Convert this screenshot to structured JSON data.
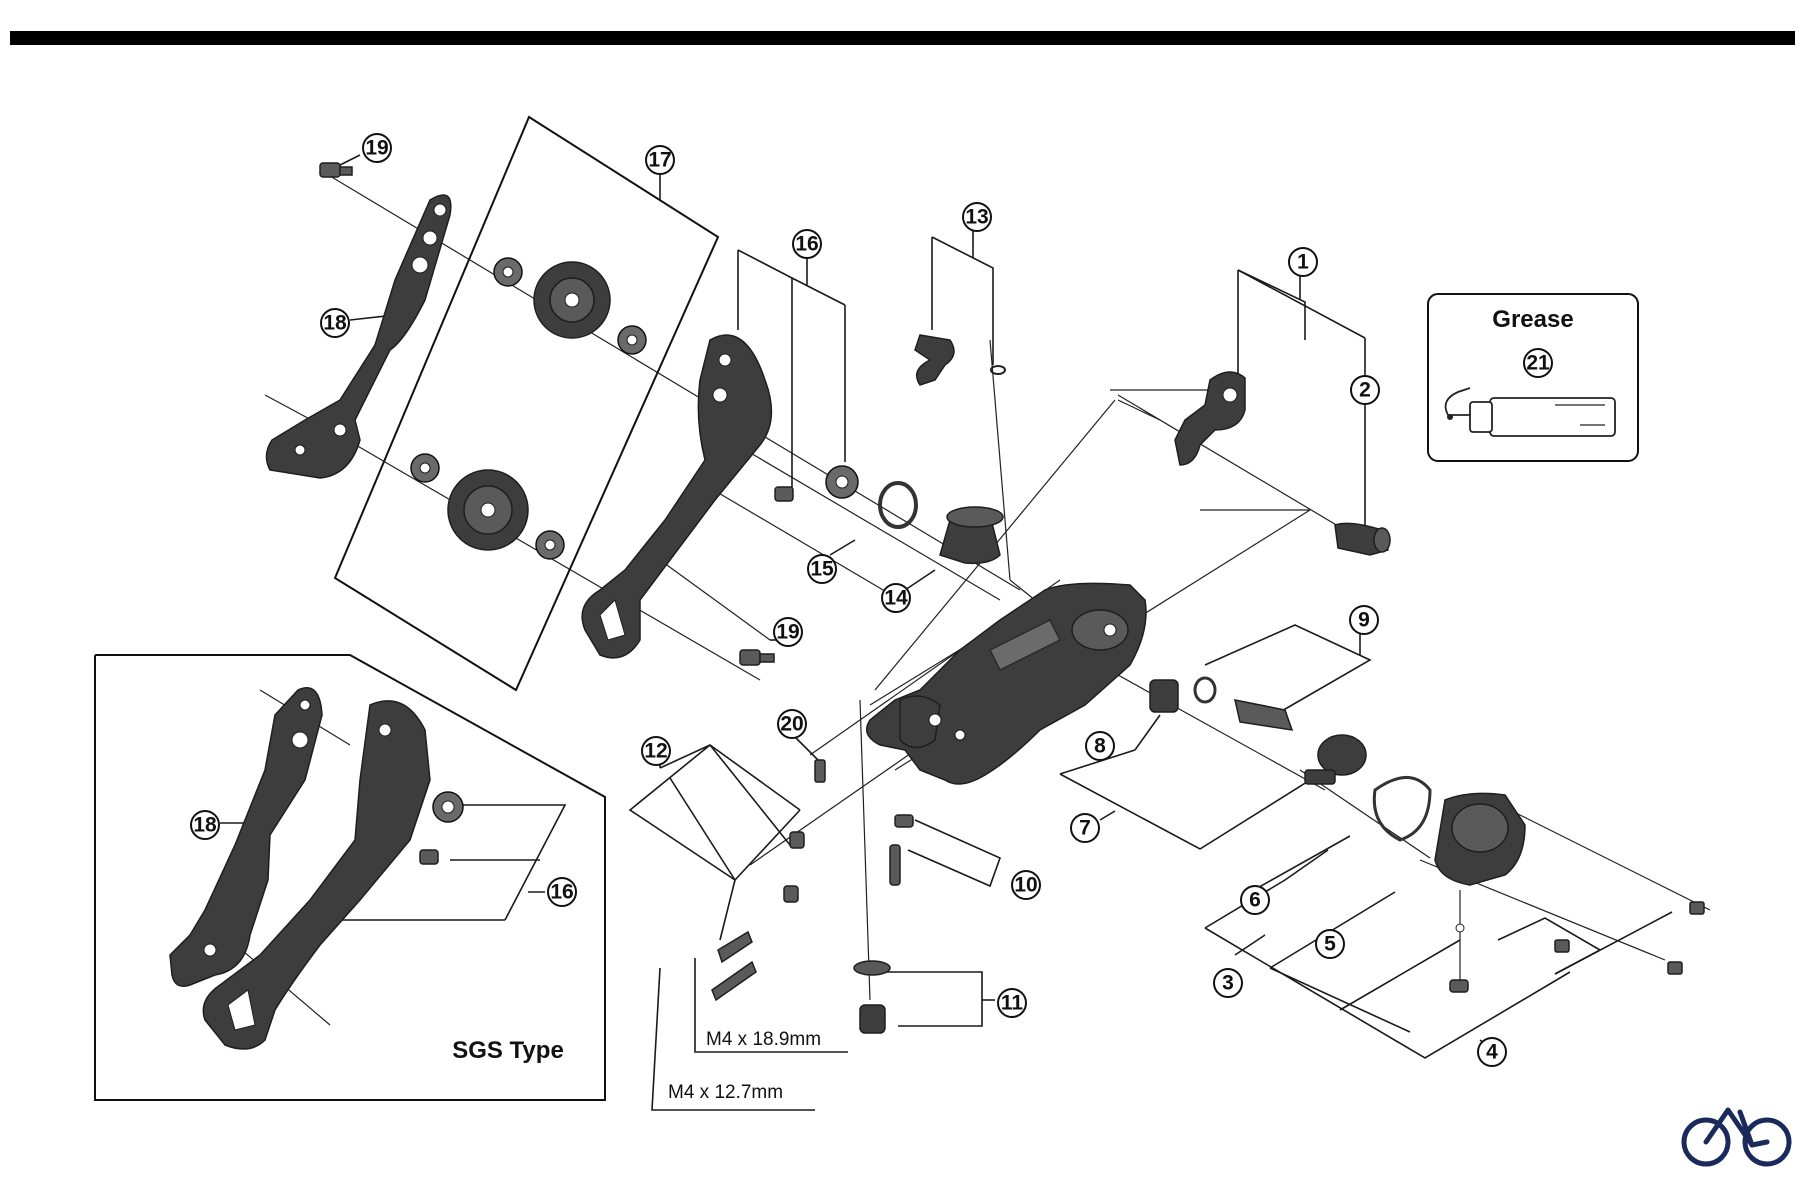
{
  "labels": {
    "grease_title": "Grease",
    "sgs_type": "SGS Type",
    "bolt_long": "M4 x 18.9mm",
    "bolt_short": "M4 x 12.7mm"
  },
  "callouts": {
    "c1": "1",
    "c2": "2",
    "c3": "3",
    "c4": "4",
    "c5": "5",
    "c6": "6",
    "c7": "7",
    "c8": "8",
    "c9": "9",
    "c10": "10",
    "c11": "11",
    "c12": "12",
    "c13": "13",
    "c14": "14",
    "c15": "15",
    "c16a": "16",
    "c16b": "16",
    "c17": "17",
    "c18a": "18",
    "c18b": "18",
    "c19a": "19",
    "c19b": "19",
    "c20": "20",
    "c21": "21"
  },
  "icons": {
    "logo": "bicycle-icon"
  },
  "colors": {
    "part_dark": "#3d3d3d",
    "line": "#111111",
    "background": "#ffffff"
  }
}
